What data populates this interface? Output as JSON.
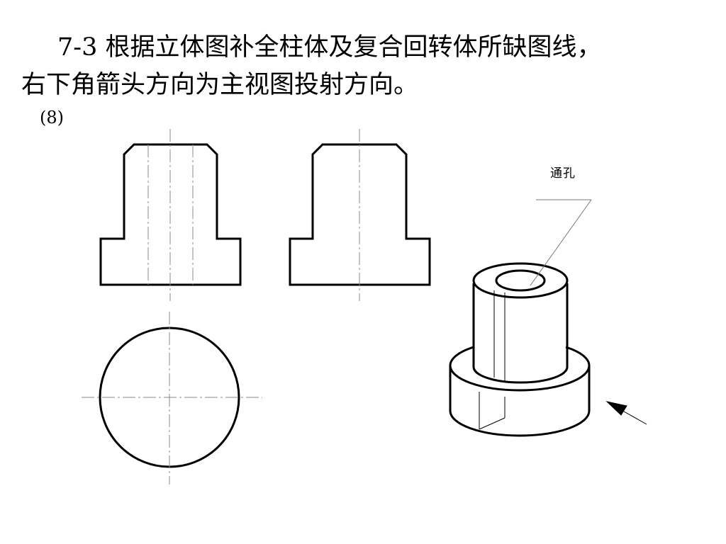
{
  "title": {
    "line1": "7-3  根据立体图补全柱体及复合回转体所缺图线，",
    "line2": "右下角箭头方向为主视图投射方向。"
  },
  "problem_number": "(8)",
  "callout": {
    "label": "通孔"
  },
  "colors": {
    "line": "#000000",
    "centerline": "#8a8a8a",
    "background": "#ffffff"
  }
}
